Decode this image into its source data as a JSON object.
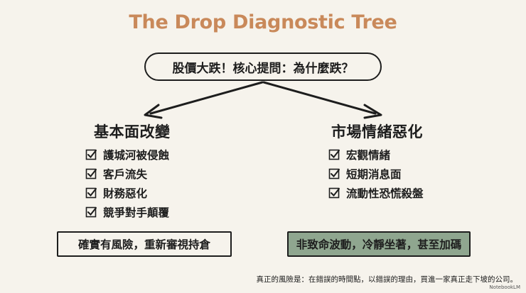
{
  "title": "The Drop Diagnostic Tree",
  "question": "股價大跌！核心提問：為什麼跌？",
  "left_branch": {
    "heading": "基本面改變",
    "items": [
      "護城河被侵蝕",
      "客戶流失",
      "財務惡化",
      "競爭對手顛覆"
    ],
    "verdict": "確實有風險，重新審視持倉"
  },
  "right_branch": {
    "heading": "市場情緒惡化",
    "items": [
      "宏觀情緒",
      "短期消息面",
      "流動性恐慌殺盤"
    ],
    "verdict": "非致命波動，冷靜坐著，甚至加碼"
  },
  "footnote": "真正的風險是：在錯誤的時間點，以錯誤的理由，買進一家真正走下坡的公司。",
  "watermark": "NotebookLM",
  "colors": {
    "background": "#f6f3ec",
    "title": "#c9895a",
    "ink": "#1d1d1d",
    "verdict_right_fill": "#8fa68f"
  },
  "icons": {
    "list_marker": "checkbox-checked-icon",
    "connector": "arrow-icon"
  }
}
